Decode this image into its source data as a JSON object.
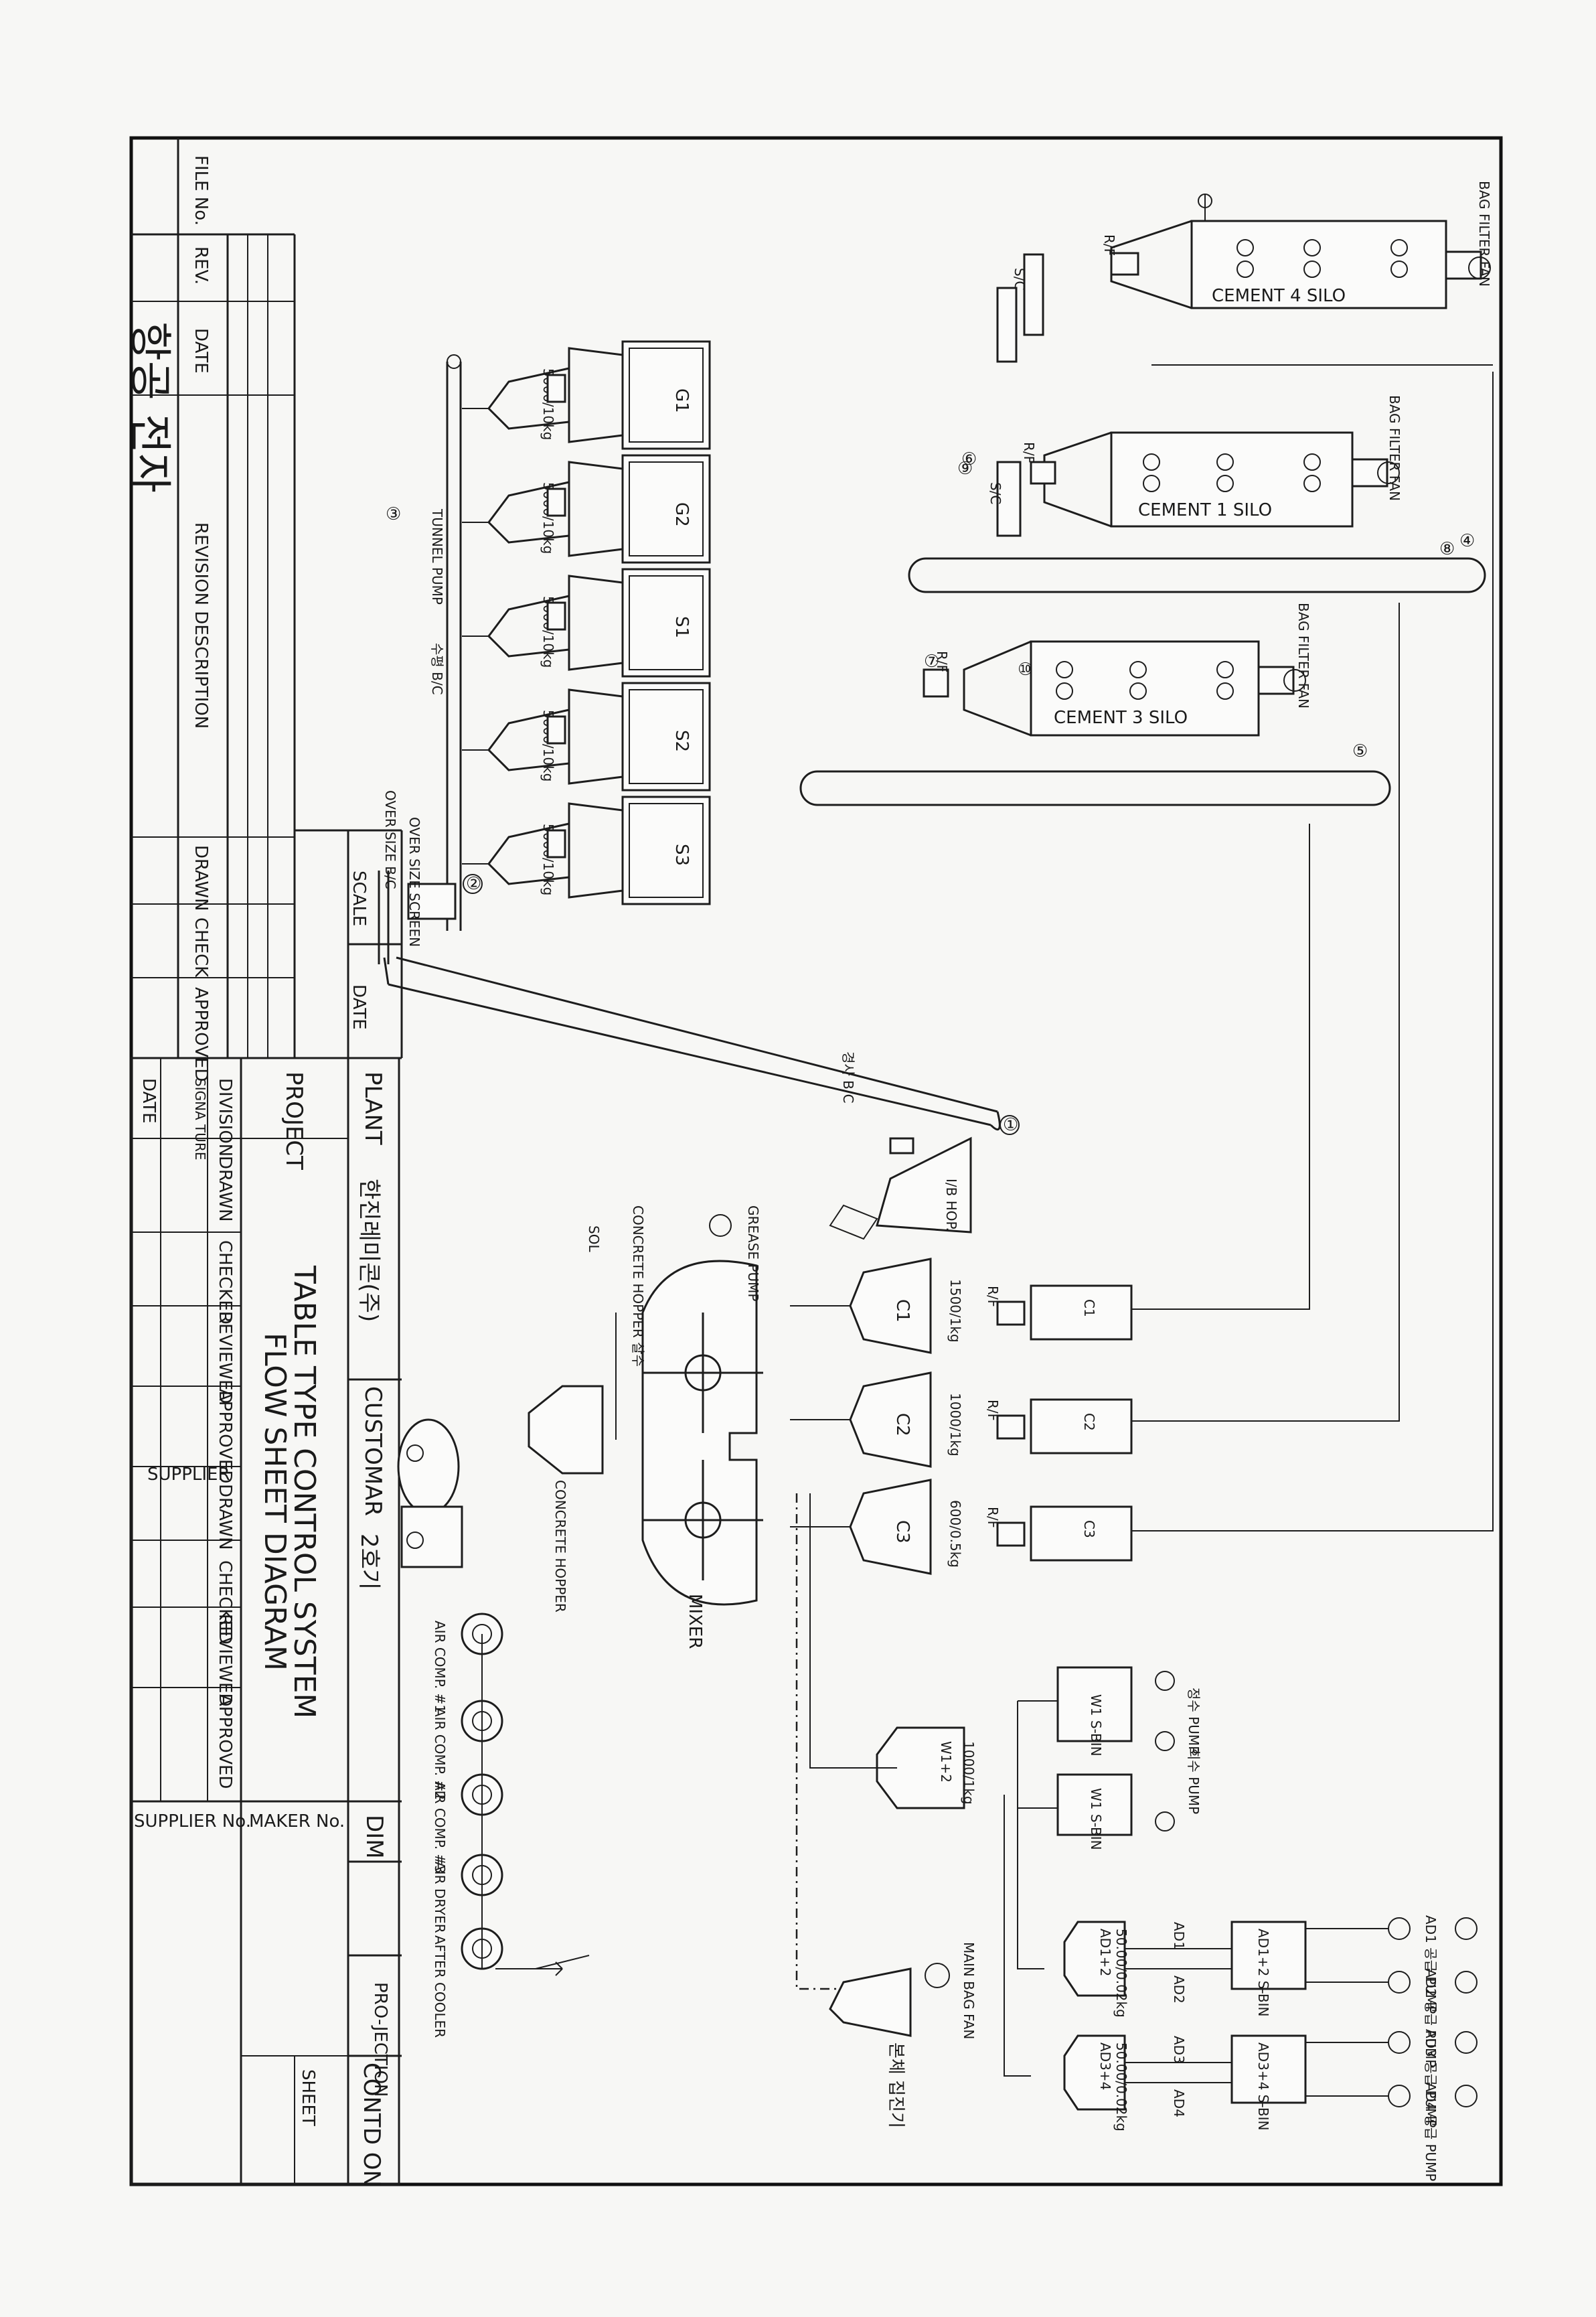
{
  "title_block": {
    "plant_label": "PLANT",
    "plant_value": "한진레미콘(주)",
    "customer_label": "CUSTOMAR",
    "customer_value": "2호기",
    "project_label": "PROJECT",
    "project_title_1": "TABLE TYPE CONTROL SYSTEM",
    "project_title_2": "FLOW SHEET DIAGRAM",
    "dim_label": "DIM",
    "projection_label": "PRO-JECTION",
    "contd_label": "CONTD ON",
    "sheet_label": "SHEET",
    "supplier_no_label": "SUPPLIER No.",
    "maker_no_label": "MAKER No.",
    "supplier_label": "SUPPLIER",
    "division_label": "DIVISION",
    "signature_label": "SIGNA TURE",
    "date_label": "DATE",
    "drawn_label": "DRAWN",
    "checked_label": "CHECKED",
    "reviewed_label": "REVIEWED",
    "approved_label": "APPROVED",
    "scale_label": "SCALE",
    "check_label": "CHECK"
  },
  "revision_block": {
    "file_no_label": "FILE No.",
    "rev_label": "REV.",
    "date_label": "DATE",
    "revision_description_label": "REVISION DESCRIPTION",
    "drawn_label": "DRAWN",
    "check_label": "CHECK",
    "approved_label": "APPROVED",
    "handwritten_note": "항공 전자"
  },
  "silos": [
    {
      "name": "CEMENT 4 SILO",
      "bag_filter": "BAG FILTER FAN"
    },
    {
      "name": "CEMENT 1 SILO",
      "bag_filter": "BAG FILTER FAN"
    },
    {
      "name": "CEMENT 3 SILO",
      "bag_filter": "BAG FILTER FAN"
    }
  ],
  "aggregate_bins": [
    {
      "label": "G1",
      "capacity": "5000/10kg"
    },
    {
      "label": "G2",
      "capacity": "5000/10kg"
    },
    {
      "label": "S1",
      "capacity": "5000/10kg"
    },
    {
      "label": "S2",
      "capacity": "5000/10kg"
    },
    {
      "label": "S3",
      "capacity": "5000/10kg"
    }
  ],
  "conveyors": {
    "tunnel_pump": "TUNNEL PUMP",
    "horizontal_bc": "수평 B/C",
    "over_size_screen": "OVER SIZE SCREEN",
    "over_size_bc": "OVER SIZE B/C",
    "incline_bc": "경사 B/C",
    "ib_hop": "I/B HOP."
  },
  "cement_hoppers": [
    {
      "label": "C1",
      "capacity": "1500/1kg"
    },
    {
      "label": "C2",
      "capacity": "1000/1kg"
    },
    {
      "label": "C3",
      "capacity": "600/0.5kg"
    }
  ],
  "rf_label": "R/F",
  "sc_label": "S/C",
  "mixer": {
    "label": "MIXER",
    "grease_pump": "GREASE PUMP",
    "concrete_hopper": "CONCRETE HOPPER",
    "concrete_hopper_water": "CONCRETE HOPPER 살수",
    "sol": "SOL"
  },
  "water": {
    "hopper_label": "W1+2",
    "hopper_capacity": "1000/1kg",
    "bins": [
      {
        "label": "W1 S-BIN",
        "pump": "정수 PUMP"
      },
      {
        "label": "W1 S-BIN",
        "pump": "회수 PUMP"
      }
    ]
  },
  "admixture": {
    "hoppers": [
      {
        "label": "AD1+2",
        "capacity": "50.00/0.02kg",
        "sbin": "AD1+2 S-BIN"
      },
      {
        "label": "AD3+4",
        "capacity": "50.00/0.02kg",
        "sbin": "AD3+4 S-BIN"
      }
    ],
    "lines": [
      "AD1",
      "AD2",
      "AD3",
      "AD4"
    ],
    "pumps": [
      "AD1 공급 PUMP",
      "AD2 공급 PUMP",
      "AD3 공급 PUMP",
      "AD4 공급 PUMP"
    ]
  },
  "air_system": {
    "items": [
      "AIR COMP. #1",
      "AIR COMP. #2",
      "AIR COMP. #3",
      "AIR DRYER",
      "AFTER COOLER"
    ]
  },
  "dust": {
    "main_bag_fan": "MAIN BAG FAN",
    "collector": "본체 집진기"
  },
  "circle_numbers": [
    "①",
    "②",
    "③",
    "④",
    "⑤",
    "⑥",
    "⑦",
    "⑧",
    "⑨",
    "⑩"
  ]
}
